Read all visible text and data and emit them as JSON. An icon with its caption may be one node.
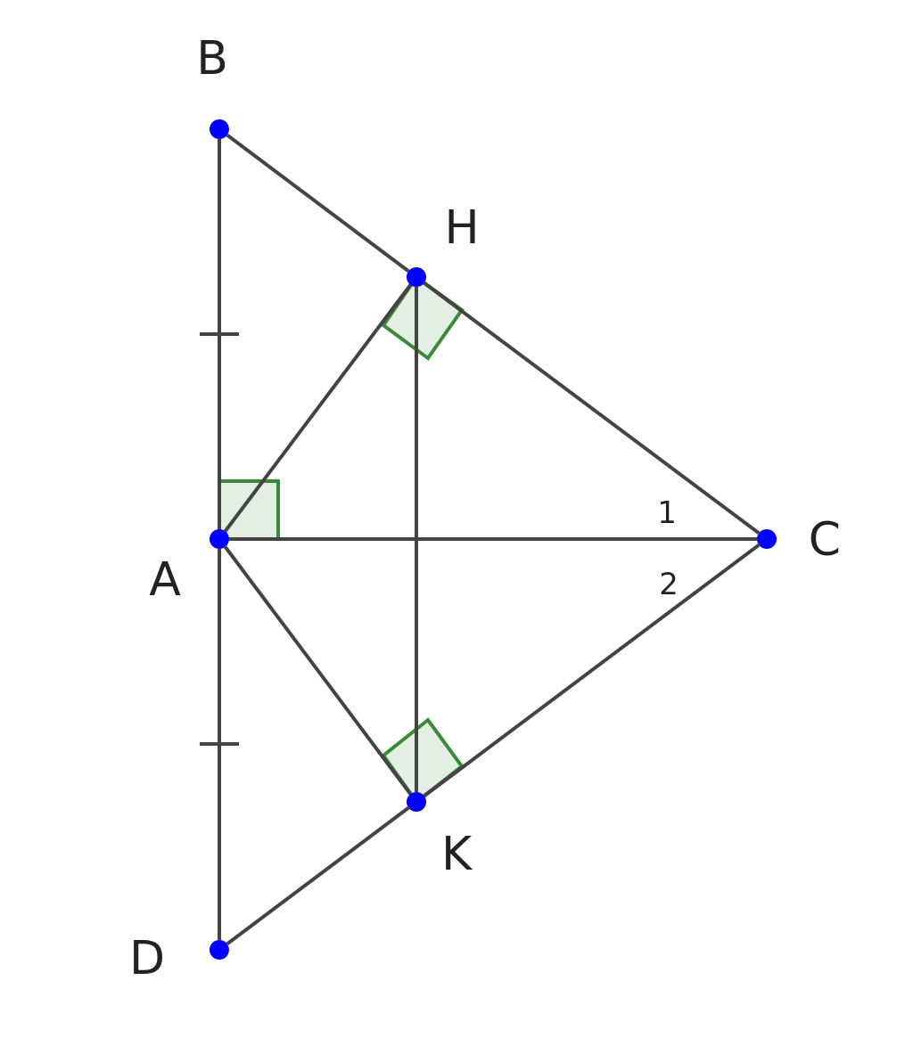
{
  "diagram": {
    "nodes": [
      {
        "text": [],
        "shape": "circle",
        "beside": [
          "B"
        ]
      },
      {
        "text": [],
        "shape": "circle",
        "beside": [
          "H"
        ]
      },
      {
        "text": [],
        "shape": "circle",
        "beside": [
          "A"
        ]
      },
      {
        "text": [],
        "shape": "circle",
        "beside": [
          "C"
        ]
      },
      {
        "text": [],
        "shape": "circle",
        "beside": [
          "K"
        ]
      },
      {
        "text": [],
        "shape": "circle",
        "beside": [
          "D"
        ]
      }
    ],
    "edges": [
      {
        "from": 0,
        "to": 2,
        "arrow": "none"
      },
      {
        "from": 2,
        "to": 5,
        "arrow": "none"
      },
      {
        "from": 0,
        "to": 1,
        "arrow": "none"
      },
      {
        "from": 1,
        "to": 3,
        "arrow": "none"
      },
      {
        "from": 2,
        "to": 1,
        "arrow": "none"
      },
      {
        "from": 2,
        "to": 3,
        "arrow": "none"
      },
      {
        "from": 2,
        "to": 4,
        "arrow": "none"
      },
      {
        "from": 4,
        "to": 3,
        "arrow": "none"
      },
      {
        "from": 5,
        "to": 4,
        "arrow": "none"
      },
      {
        "from": 1,
        "to": 4,
        "arrow": "none"
      }
    ],
    "labels": [
      "1",
      "2"
    ]
  }
}
